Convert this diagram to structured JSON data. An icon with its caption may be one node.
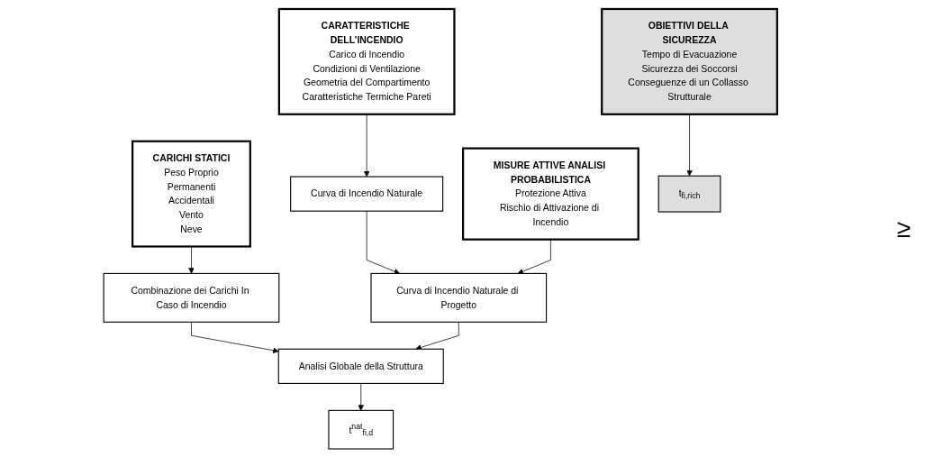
{
  "diagram": {
    "nodes": [
      {
        "text": [
          "CARICHI STATICI",
          "Peso Proprio",
          "Permanenti",
          "Accidentali",
          "Vento",
          "Neve"
        ]
      },
      {
        "text": [
          "CARATTERISTICHE DELL’INCENDIO",
          "Carico di Incendio",
          "Condizioni di Ventilazione",
          "Geometria del Compartimento",
          "Caratteristiche Termiche Pareti"
        ]
      },
      {
        "text": [
          "MISURE ATTIVE ANALISI PROBABILISTICA",
          "Protezione Attiva",
          "Rischio di Attivazione di Incendio"
        ]
      },
      {
        "text": [
          "OBIETTIVI DELLA SICUREZZA",
          "Tempo di Evacuazione",
          "Sicurezza dei Soccorsi",
          "Conseguenze di un Collasso Strutturale"
        ]
      },
      {
        "text": [
          "Combinazione dei Carichi In Caso di Incendio"
        ]
      },
      {
        "text": [
          "Curva di Incendio Naturale"
        ]
      },
      {
        "text": [
          "Curva di Incendio Naturale di Progetto"
        ]
      },
      {
        "text": [
          "Analisi Globale della Struttura"
        ]
      },
      {
        "text": [
          "t$^{nat}$$_{fi,d}$"
        ]
      },
      {
        "text": [
          "t$_{fi,rich}$"
        ]
      }
    ],
    "edges": [
      {
        "from": 0,
        "to": 4,
        "arrow": "to"
      },
      {
        "from": 1,
        "to": 5,
        "arrow": "to"
      },
      {
        "from": 5,
        "to": 6,
        "arrow": "to"
      },
      {
        "from": 2,
        "to": 6,
        "arrow": "to"
      },
      {
        "from": 4,
        "to": 7,
        "arrow": "to"
      },
      {
        "from": 6,
        "to": 7,
        "arrow": "to"
      },
      {
        "from": 7,
        "to": 8,
        "arrow": "to"
      },
      {
        "from": 3,
        "to": 9,
        "arrow": "to"
      }
    ],
    "labels": [
      "≥"
    ]
  }
}
